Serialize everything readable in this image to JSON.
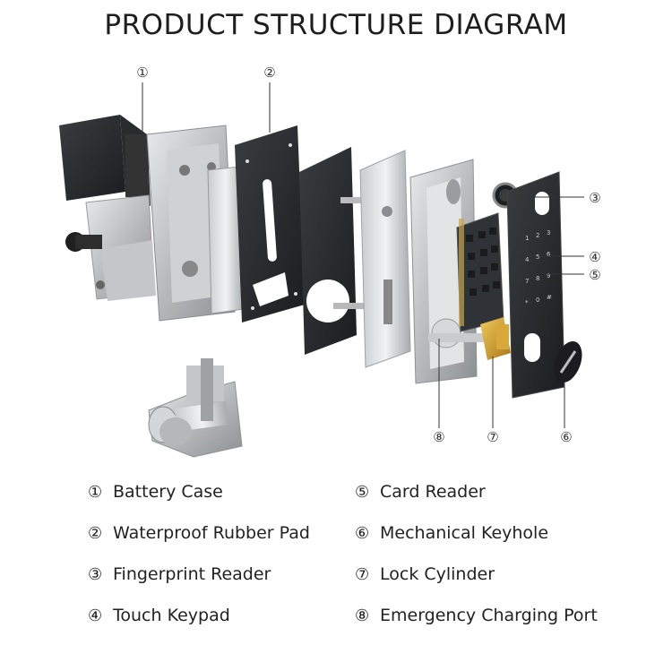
{
  "title": "PRODUCT STRUCTURE DIAGRAM",
  "callouts": {
    "c1": "①",
    "c2": "②",
    "c3": "③",
    "c4": "④",
    "c5": "⑤",
    "c6": "⑥",
    "c7": "⑦",
    "c8": "⑧"
  },
  "keypad_digits": [
    "1",
    "2",
    "3",
    "4",
    "5",
    "6",
    "7",
    "8",
    "9",
    "*",
    "0",
    "#"
  ],
  "legend": [
    {
      "num": "①",
      "label": "Battery Case"
    },
    {
      "num": "②",
      "label": "Waterproof Rubber Pad"
    },
    {
      "num": "③",
      "label": "Fingerprint Reader"
    },
    {
      "num": "④",
      "label": "Touch Keypad"
    },
    {
      "num": "⑤",
      "label": "Card Reader"
    },
    {
      "num": "⑥",
      "label": "Mechanical Keyhole"
    },
    {
      "num": "⑦",
      "label": "Lock Cylinder"
    },
    {
      "num": "⑧",
      "label": "Emergency Charging Port"
    }
  ]
}
